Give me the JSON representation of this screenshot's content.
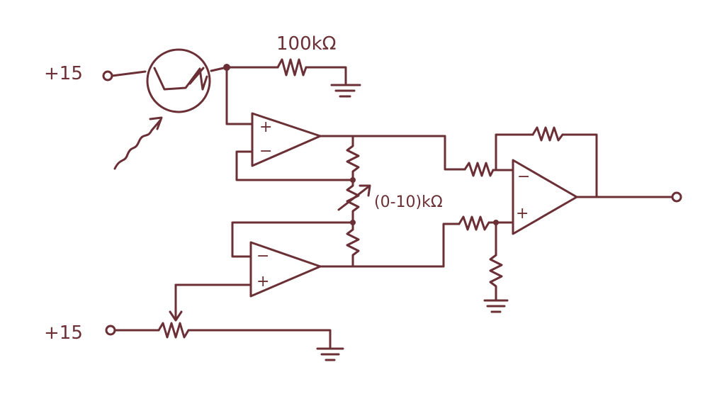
{
  "colors": {
    "ink": "#6b2f36",
    "paper": "#ffffff"
  },
  "labels": {
    "supply_top": "+15",
    "supply_bottom": "+15",
    "resistor_top": "100kΩ",
    "pot_range": "(0-10)kΩ",
    "plus": "+",
    "minus": "−"
  }
}
